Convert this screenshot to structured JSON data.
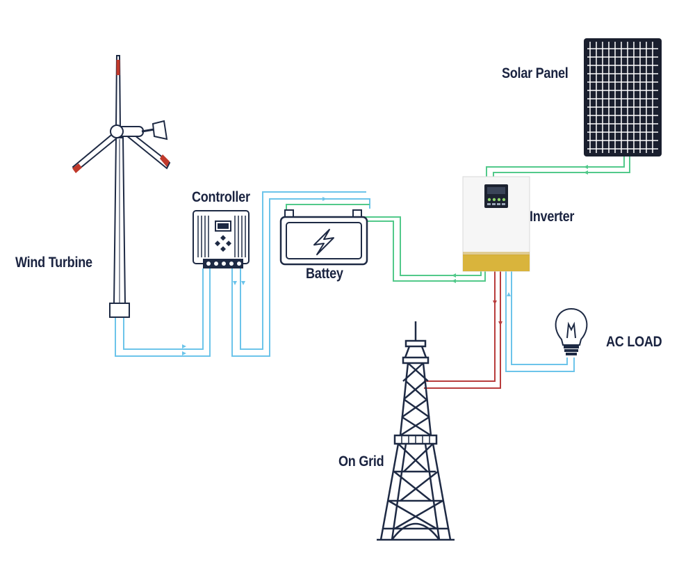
{
  "labels": {
    "wind_turbine": "Wind Turbine",
    "controller": "Controller",
    "battery": "Battey",
    "solar_panel": "Solar Panel",
    "inverter": "Inverter",
    "ac_load": "AC LOAD",
    "on_grid": "On Grid"
  },
  "colors": {
    "label_text": "#1a2340",
    "wind_wire": "#6cc4ea",
    "solar_wire": "#52c98a",
    "grid_wire": "#b83c3c",
    "equipment_outline": "#1e2a44",
    "inverter_base": "#d9b43c",
    "blade_tip": "#c0392b"
  }
}
